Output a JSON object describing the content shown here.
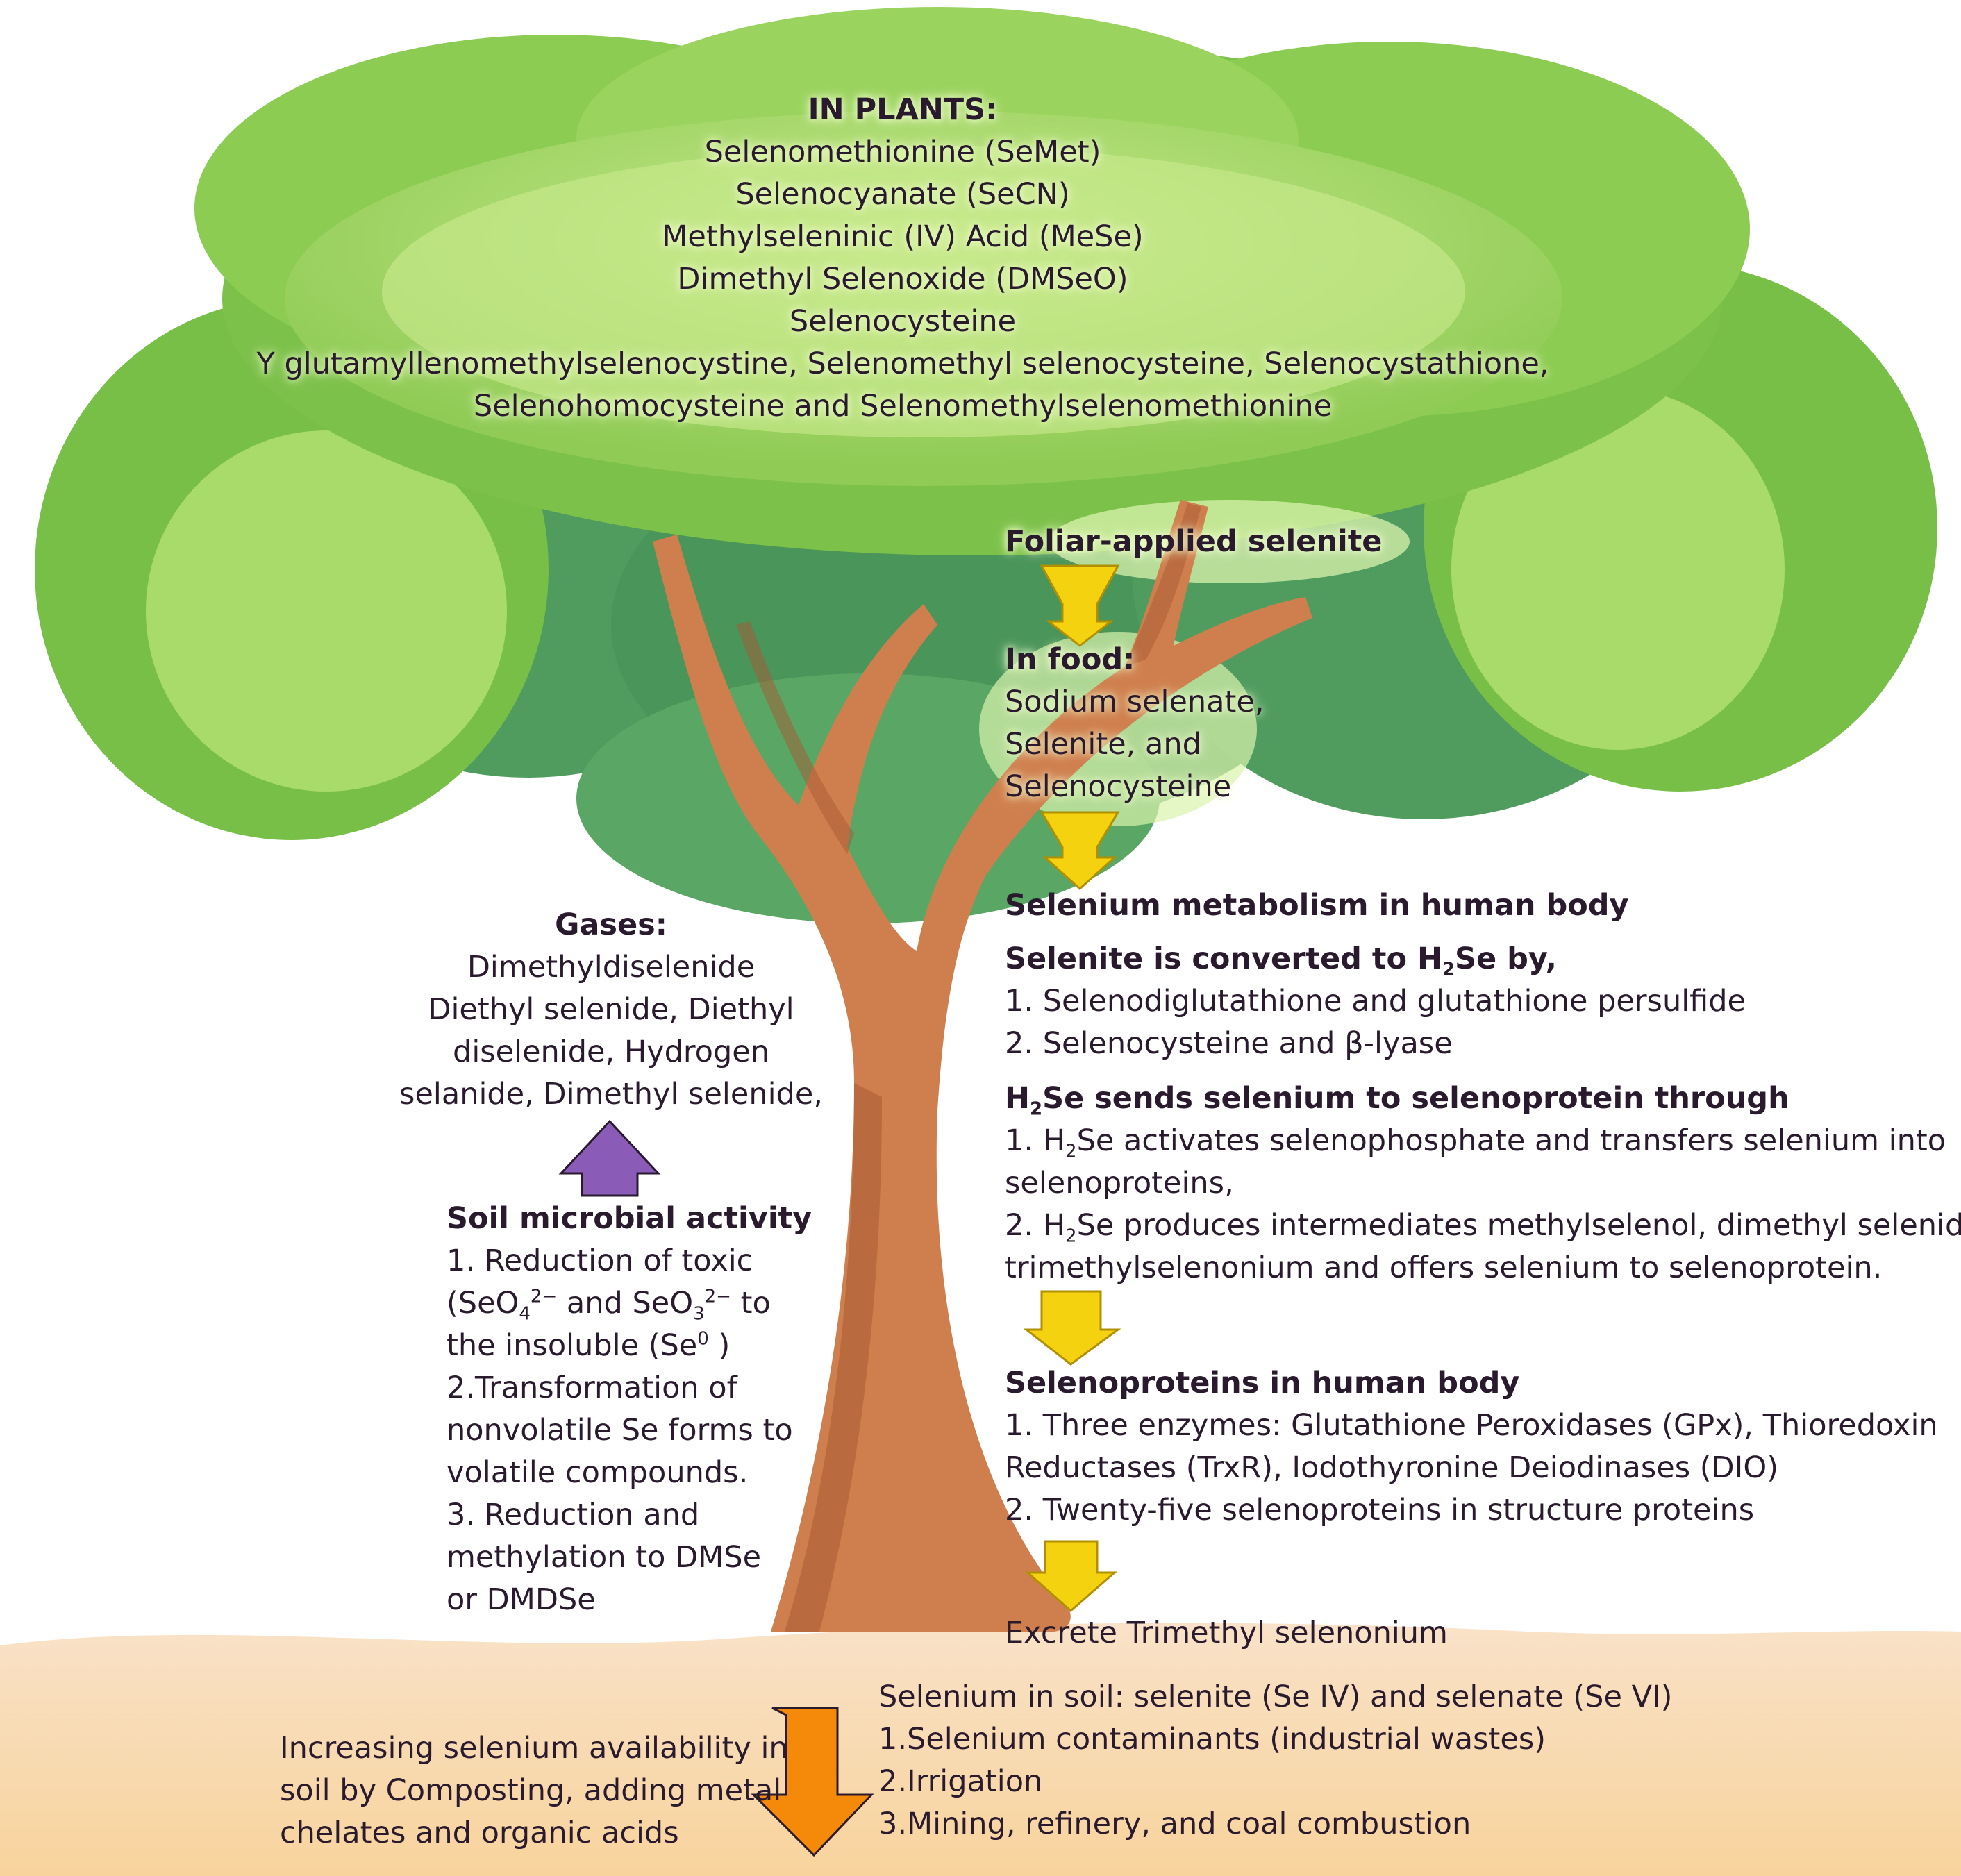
{
  "colors": {
    "sky": "#ffffff",
    "soil_top": "#f7dcc0",
    "soil_bottom": "#f8d49f",
    "leaf_dark": "#4e9a5d",
    "leaf_mid": "#7cc14a",
    "leaf_light": "#b9e27a",
    "trunk": "#cf7f4d",
    "trunk_shade": "#a85a33",
    "arrow_yellow": "#f5d210",
    "arrow_orange": "#f58a0a",
    "arrow_purple": "#8a5cb8",
    "text": "#2a1a2e"
  },
  "plants": {
    "title": "IN PLANTS:",
    "items": [
      "Selenomethionine (SeMet)",
      "Selenocyanate (SeCN)",
      "Methylseleninic (IV) Acid (MeSe)",
      "Dimethyl Selenoxide (DMSeO)",
      "Selenocysteine",
      "Y glutamyllenomethylselenocystine, Selenomethyl selenocysteine, Selenocystathione,",
      "Selenohomocysteine and Selenomethylselenomethionine"
    ]
  },
  "foliar": {
    "label": "Foliar-applied selenite"
  },
  "food": {
    "title": "In food:",
    "items": [
      "Sodium selenate,",
      "Selenite, and",
      "Selenocysteine"
    ]
  },
  "metabolism": {
    "title": "Selenium metabolism in human body",
    "converted": {
      "prefix": "Selenite is converted to H",
      "sub": "2",
      "suffix": "Se by,",
      "items": [
        "1. Selenodiglutathione and glutathione persulfide",
        "2. Selenocysteine and β-lyase"
      ]
    },
    "sends": {
      "prefix": "H",
      "sub": "2",
      "suffix": "Se sends selenium to selenoprotein through",
      "item1_prefix": "1. H",
      "item1_sub": "2",
      "item1_suffix": "Se activates selenophosphate and transfers selenium into",
      "item1_cont": "selenoproteins,",
      "item2_prefix": "2. H",
      "item2_sub": "2",
      "item2_suffix": "Se produces intermediates methylselenol, dimethyl selenide,",
      "item2_cont": "trimethylselenonium and offers selenium to selenoprotein."
    }
  },
  "selenoproteins": {
    "title": "Selenoproteins in human body",
    "items": [
      "1. Three enzymes: Glutathione Peroxidases (GPx), Thioredoxin",
      "Reductases (TrxR), Iodothyronine Deiodinases (DIO)",
      "2. Twenty-five selenoproteins in structure proteins"
    ]
  },
  "excrete": {
    "label": "Excrete Trimethyl selenonium"
  },
  "gases": {
    "title": "Gases:",
    "items": [
      "Dimethyldiselenide",
      "Diethyl selenide, Diethyl",
      "diselenide, Hydrogen",
      "selanide, Dimethyl selenide,"
    ]
  },
  "microbial": {
    "title": "Soil microbial activity",
    "line1": "1. Reduction of toxic",
    "l2_a": "(SeO",
    "l2_sub1": "4",
    "l2_sup1": "2−",
    "l2_b": " and SeO",
    "l2_sub2": "3",
    "l2_sup2": "2−",
    "l2_c": " to",
    "l3_a": "the insoluble (Se",
    "l3_sup": "0",
    "l3_b": " )",
    "items": [
      "2.Transformation of",
      "nonvolatile Se forms to",
      "volatile compounds.",
      "3. Reduction and",
      "methylation to DMSe",
      "or DMDSe"
    ]
  },
  "soil_left": {
    "items": [
      "Increasing selenium availability in",
      "soil by Composting, adding metal",
      "chelates and organic acids"
    ]
  },
  "soil_right": {
    "title": "Selenium in soil: selenite (Se IV) and selenate (Se VI)",
    "items": [
      "1.Selenium contaminants (industrial wastes)",
      "2.Irrigation",
      "3.Mining, refinery, and coal combustion"
    ]
  }
}
